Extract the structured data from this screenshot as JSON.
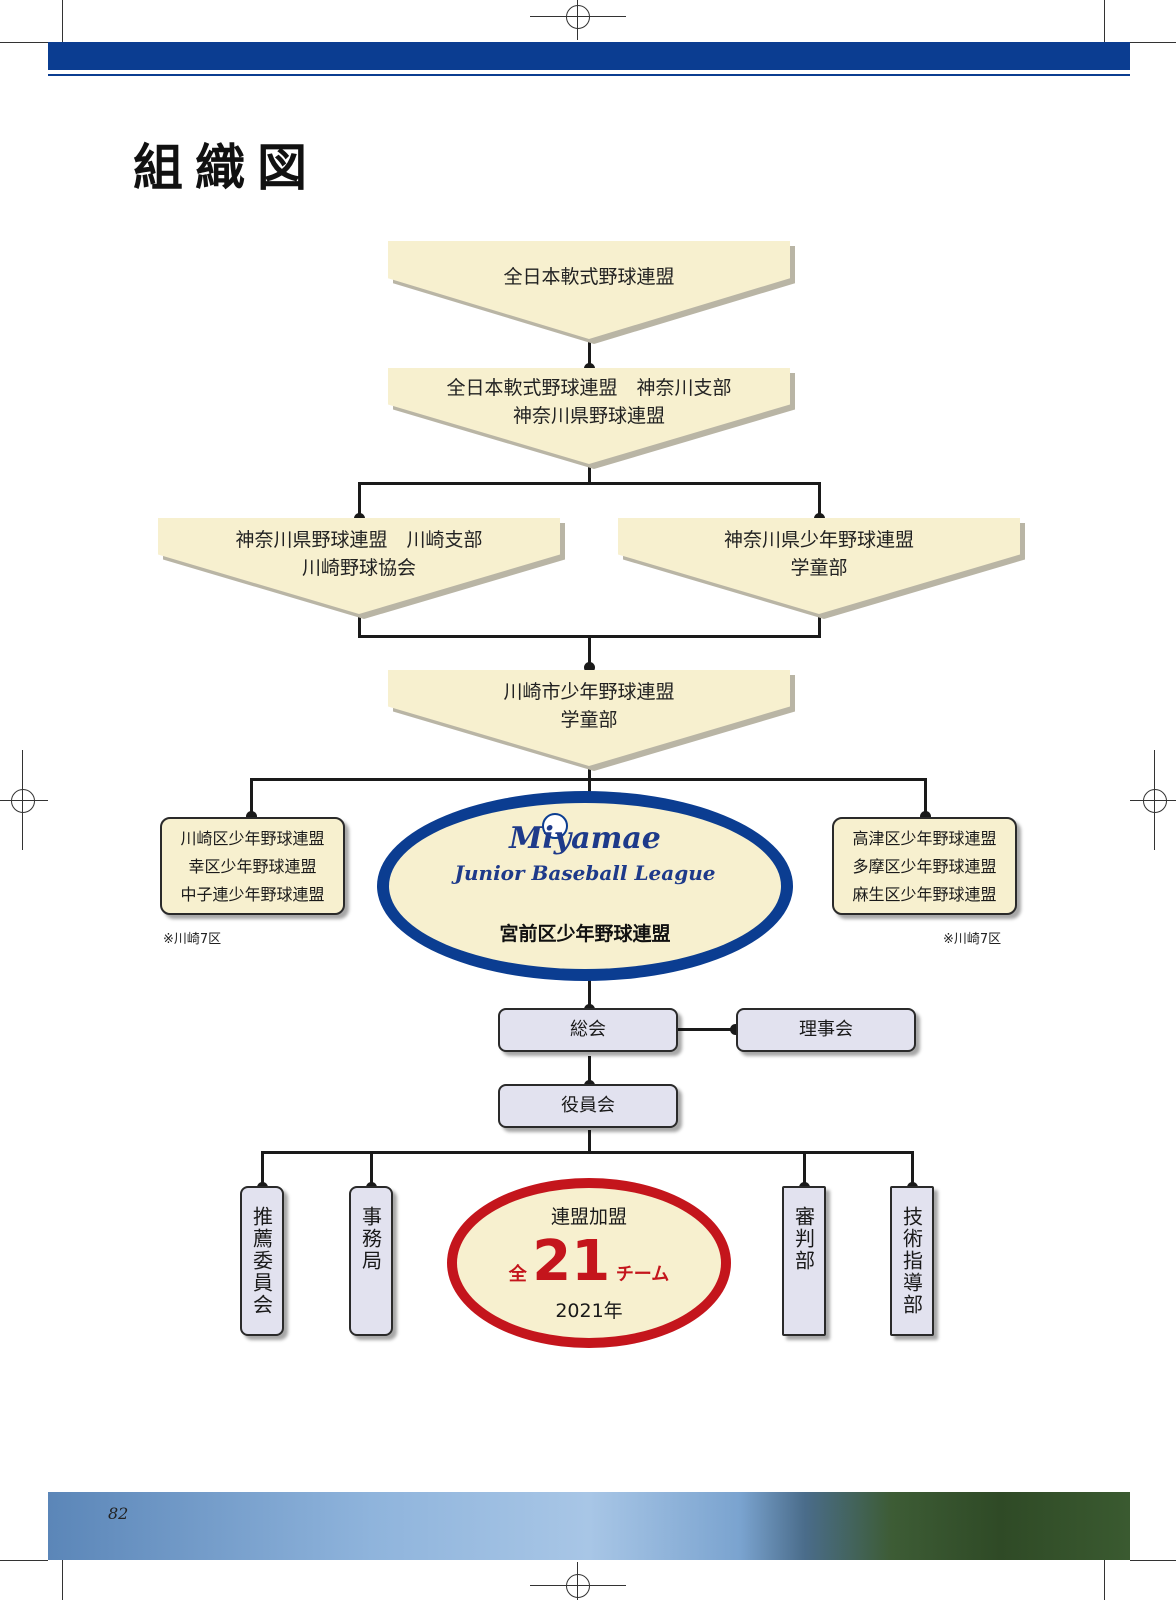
{
  "page": {
    "title": "組織図",
    "page_number": "82"
  },
  "org": {
    "level1": "全日本軟式野球連盟",
    "level2": [
      "全日本軟式野球連盟　神奈川支部",
      "神奈川県野球連盟"
    ],
    "level3_left": [
      "神奈川県野球連盟　川崎支部",
      "川崎野球協会"
    ],
    "level3_right": [
      "神奈川県少年野球連盟",
      "学童部"
    ],
    "level4": [
      "川崎市少年野球連盟",
      "学童部"
    ],
    "left_leagues": [
      "川崎区少年野球連盟",
      "幸区少年野球連盟",
      "中子連少年野球連盟"
    ],
    "right_leagues": [
      "高津区少年野球連盟",
      "多摩区少年野球連盟",
      "麻生区少年野球連盟"
    ],
    "note_left": "※川崎7区",
    "note_right": "※川崎7区",
    "center": {
      "logo_line1": "Miyamae",
      "logo_line2": "Junior Baseball League",
      "name": "宮前区少年野球連盟"
    },
    "general_assembly": "総会",
    "board": "理事会",
    "officers": "役員会",
    "departments": [
      "推薦委員会",
      "事務局",
      "審判部",
      "技術指導部"
    ],
    "membership": {
      "label": "連盟加盟",
      "prefix": "全",
      "count": "21",
      "unit": "チーム",
      "year": "2021年"
    }
  },
  "colors": {
    "navy": "#0b3d91",
    "cream": "#f7f0cf",
    "red": "#c4151c",
    "lavender": "#e2e2ef"
  }
}
